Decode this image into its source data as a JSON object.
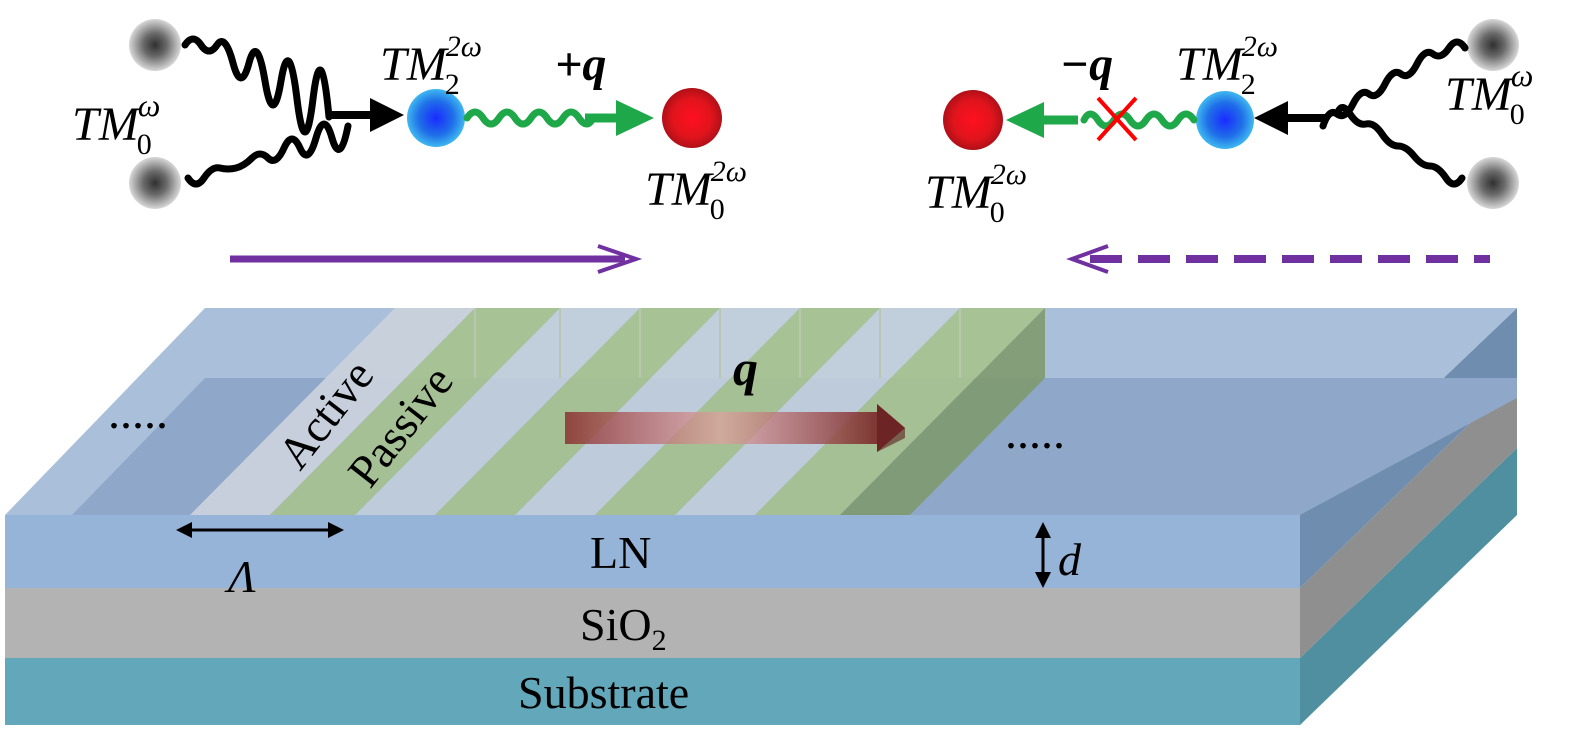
{
  "labels": {
    "tm_base": "TM",
    "sub0": "0",
    "sub2": "2",
    "sup_omega": "ω",
    "sup_2omega": "2ω",
    "plus_q": "+q",
    "minus_q": "−q",
    "q": "q",
    "active": "Active",
    "passive": "Passive",
    "dots": ".....",
    "lambda": "Λ",
    "d": "d",
    "ln": "LN",
    "sio": "SiO",
    "sio_sub": "2",
    "substrate": "Substrate"
  },
  "colors": {
    "ln_layer": "#96b4d8",
    "sio2_layer": "#b3b3b3",
    "substrate_layer": "#62a7ba",
    "grating_green": "#8ab36e",
    "wave_green": "#1fa84a",
    "arrow_purple": "#7030a0",
    "pump_mode": "#707070",
    "tm2_mode": "#1f6fe8",
    "tm0_mode": "#e0141c",
    "cross_red": "#ff0000",
    "q_arrow": "#c06a6a"
  }
}
